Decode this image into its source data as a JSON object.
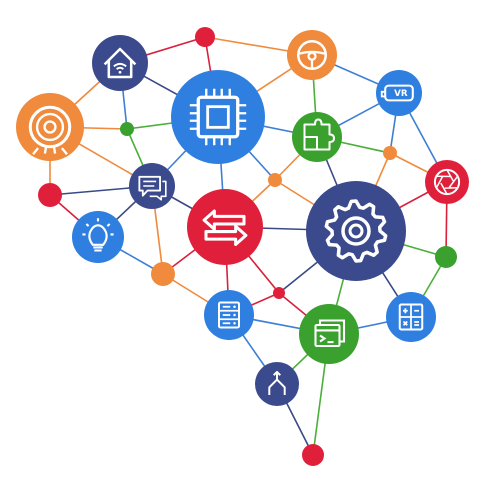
{
  "palette": {
    "navy": "#3b4a8c",
    "blue": "#2f7fe0",
    "orange": "#f08a3c",
    "red": "#e0203a",
    "green": "#3aa02e",
    "line_blue": "#3d7fd6",
    "line_orange": "#f08a3c",
    "line_red": "#d9213b",
    "line_navy": "#394a86",
    "line_green": "#4caf3a",
    "icon_white": "#ffffff"
  },
  "diagram": {
    "nodes": [
      {
        "id": "smart-home",
        "icon": "smart-home-icon",
        "fill": "navy"
      },
      {
        "id": "top-red-dot",
        "icon": "",
        "fill": "red"
      },
      {
        "id": "steering-wheel",
        "icon": "steering-wheel-icon",
        "fill": "orange"
      },
      {
        "id": "vr-headset",
        "icon": "vr-headset-icon",
        "fill": "blue"
      },
      {
        "id": "robot-vacuum",
        "icon": "robot-vacuum-icon",
        "fill": "orange"
      },
      {
        "id": "cpu-chip",
        "icon": "cpu-chip-icon",
        "fill": "blue"
      },
      {
        "id": "puzzle",
        "icon": "puzzle-icon",
        "fill": "green"
      },
      {
        "id": "green-dot-left",
        "icon": "",
        "fill": "green"
      },
      {
        "id": "chat",
        "icon": "chat-icon",
        "fill": "navy"
      },
      {
        "id": "orange-dot-mid",
        "icon": "",
        "fill": "orange"
      },
      {
        "id": "orange-dot-right",
        "icon": "",
        "fill": "orange"
      },
      {
        "id": "camera-lens",
        "icon": "camera-lens-icon",
        "fill": "red"
      },
      {
        "id": "red-dot-left",
        "icon": "",
        "fill": "red"
      },
      {
        "id": "light-bulb",
        "icon": "light-bulb-icon",
        "fill": "blue"
      },
      {
        "id": "data-transfer",
        "icon": "data-transfer-icon",
        "fill": "red"
      },
      {
        "id": "gear",
        "icon": "gear-icon",
        "fill": "navy"
      },
      {
        "id": "green-dot-right",
        "icon": "",
        "fill": "green"
      },
      {
        "id": "orange-dot-left",
        "icon": "",
        "fill": "orange"
      },
      {
        "id": "red-dot-center",
        "icon": "",
        "fill": "red"
      },
      {
        "id": "server",
        "icon": "server-icon",
        "fill": "blue"
      },
      {
        "id": "terminal",
        "icon": "terminal-icon",
        "fill": "green"
      },
      {
        "id": "calculator",
        "icon": "calculator-icon",
        "fill": "blue"
      },
      {
        "id": "merge-arrows",
        "icon": "merge-arrows-icon",
        "fill": "navy"
      },
      {
        "id": "bottom-red-dot",
        "icon": "",
        "fill": "red"
      }
    ]
  }
}
